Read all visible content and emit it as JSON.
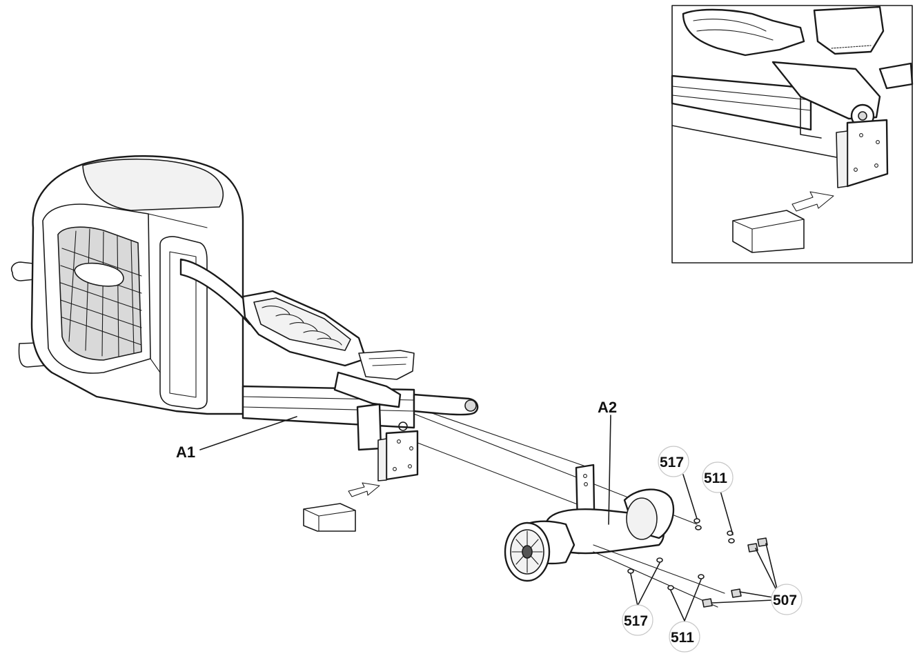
{
  "labels": {
    "a1": "A1",
    "a2": "A2",
    "p517_top": "517",
    "p511_top": "511",
    "p507": "507",
    "p517_bottom": "517",
    "p511_bottom": "511"
  },
  "colors": {
    "line": "#1a1a1a",
    "background": "#ffffff",
    "arrow_fill": "#f0f0f0",
    "bubble_fill": "#ffffff"
  }
}
